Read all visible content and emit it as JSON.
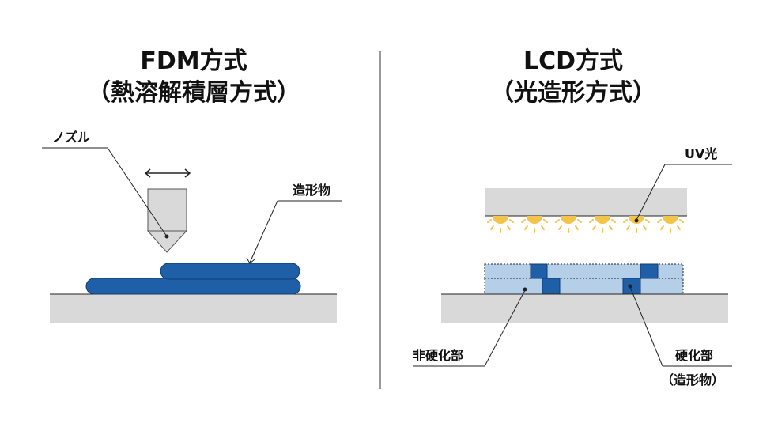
{
  "fdm": {
    "title_line1": "FDM方式",
    "title_line2": "（熱溶解積層方式）",
    "nozzle_label": "ノズル",
    "object_label": "造形物",
    "move_arrow_icon": "double-arrow-horizontal"
  },
  "lcd": {
    "title_line1": "LCD方式",
    "title_line2": "（光造形方式）",
    "uv_label": "UV光",
    "uncured_label": "非硬化部",
    "cured_label": "硬化部",
    "cured_sublabel": "（造形物）",
    "uv_light_count": 6
  },
  "colors": {
    "base_gray": "#d9d9d9",
    "filament_blue": "#1f5fa8",
    "resin_light_blue": "#b6cfe8",
    "cured_blue": "#1f5fa8",
    "uv_yellow": "#f2c44a",
    "line": "#222222"
  }
}
